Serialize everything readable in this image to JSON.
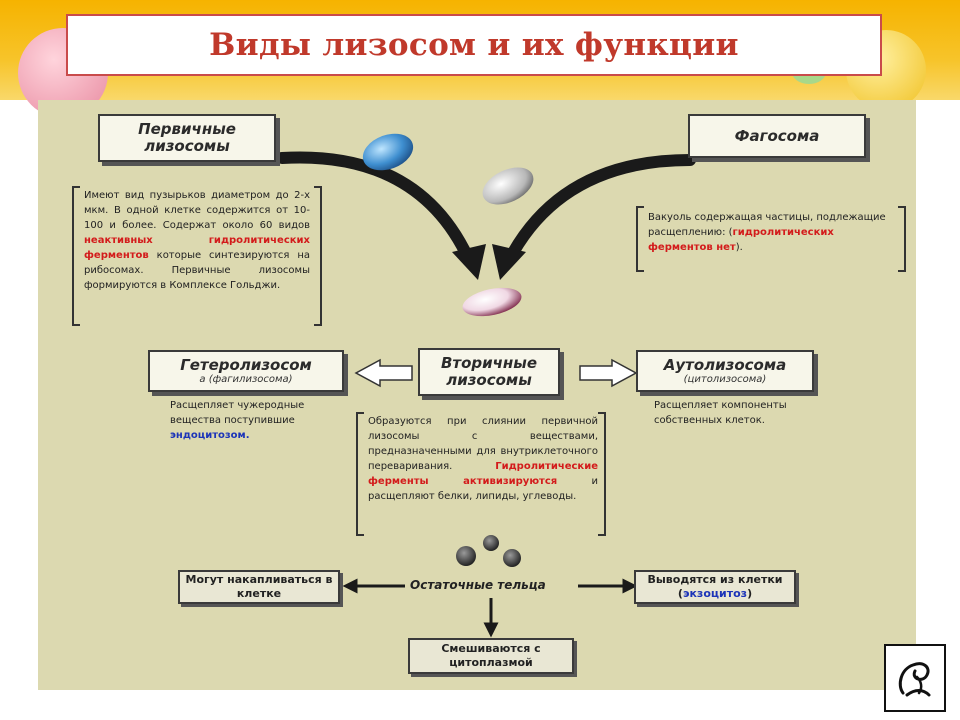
{
  "title": "Виды лизосом и их функции",
  "primary": {
    "title_line1": "Первичные",
    "title_line2": "лизосомы",
    "desc_part1": "Имеют вид пузырьков диаметром до 2-х мкм. В одной клетке содержится от 10-100 и более. Содержат около 60 видов ",
    "desc_red": "неактивных гидролитических ферментов",
    "desc_part2": " которые синтезируются на рибосомах. Первичные лизосомы формируются в Комплексе Гольджи."
  },
  "phagosome": {
    "title": "Фагосома",
    "desc_part1": "Вакуоль содержащая частицы, подлежащие расщеплению: (",
    "desc_red": "гидролитических ферментов нет",
    "desc_part2": ")."
  },
  "heterolysosome": {
    "title": "Гетеролизосом",
    "subtitle": "а (фагилизосома)",
    "desc_part1": "Расщепляет чужеродные вещества поступившие ",
    "desc_blue": "эндоцитозом."
  },
  "secondary": {
    "title_line1": "Вторичные",
    "title_line2": "лизосомы",
    "desc_part1": "Образуются при слиянии первичной лизосомы с веществами, предназначенными для внутриклеточного переваривания. ",
    "desc_red": "Гидролитические ферменты активизируются",
    "desc_part2": " и расщепляют белки, липиды, углеводы."
  },
  "autolysosome": {
    "title": "Аутолизосома",
    "subtitle": "(цитолизосома)",
    "desc": "Расщепляет компоненты собственных клеток."
  },
  "residual": {
    "label": "Остаточные тельца",
    "left": "Могут накапливаться в клетке",
    "right_part1": "Выводятся из клетки (",
    "right_blue": "экзоцитоз",
    "right_part2": ")",
    "bottom": "Смешиваются с цитоплазмой"
  },
  "colors": {
    "title_red": "#c0392b",
    "panel": "#dcd9b0",
    "accent_band": "#f6b300",
    "highlight_red": "#d31b1b",
    "highlight_blue": "#1c34b8"
  }
}
